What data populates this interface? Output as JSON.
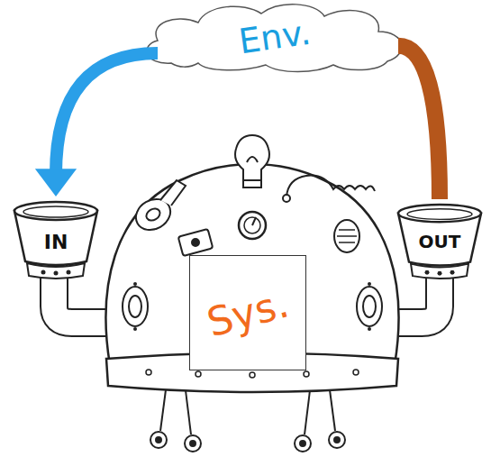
{
  "diagram": {
    "nodes": [
      {
        "text": [
          "Env."
        ]
      },
      {
        "text": [
          "IN"
        ]
      },
      {
        "text": [
          "OUT"
        ]
      },
      {
        "text": [
          "Sys."
        ]
      }
    ],
    "edges": [
      {
        "from": 0,
        "to": 1,
        "arrow": "to"
      },
      {
        "from": 2,
        "to": 0,
        "arrow": "none"
      }
    ]
  }
}
